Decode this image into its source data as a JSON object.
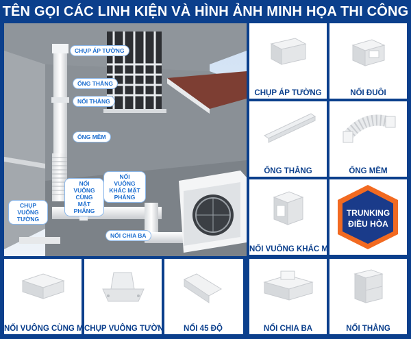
{
  "title": "TÊN GỌI CÁC LINH KIỆN VÀ HÌNH ẢNH MINH HỌA THI CÔNG",
  "colors": {
    "background": "#0b3f8c",
    "accent": "#1e6fd0",
    "brand_orange": "#f26a21",
    "brand_navy": "#1a3b8a"
  },
  "callouts": {
    "chup_ap_tuong": "CHỤP ÁP TƯỜNG",
    "ong_thang": "ỐNG THẲNG",
    "noi_thang": "NỐI THẲNG",
    "ong_mem": "ỐNG MỀM",
    "noi_vuong_cung_mat_phang": "NỐI VUÔNG CÙNG MẶT PHẲNG",
    "noi_vuong_khac_mat_phang": "NỐI VUÔNG KHÁC MẶT PHẲNG",
    "chup_vuong_tuong": "CHỤP VUÔNG TƯỜNG",
    "noi_chia_ba": "NỐI CHIA BA"
  },
  "products": [
    {
      "label": "CHỤP ÁP TƯỜNG",
      "icon": "wall-cap-icon"
    },
    {
      "label": "NỐI ĐUÔI",
      "icon": "end-joint-icon"
    },
    {
      "label": "ỐNG THẲNG",
      "icon": "straight-duct-icon"
    },
    {
      "label": "ỐNG MỀM",
      "icon": "flexible-duct-icon"
    },
    {
      "label": "NỐI VUÔNG KHÁC MP",
      "icon": "elbow-other-plane-icon"
    },
    {
      "label": "NỐI VUÔNG CÙNG MP",
      "icon": "elbow-same-plane-icon"
    },
    {
      "label": "CHỤP VUÔNG TƯỜNG",
      "icon": "square-wall-cap-icon"
    },
    {
      "label": "NỐI 45 ĐỘ",
      "icon": "joint-45-icon"
    },
    {
      "label": "NỐI CHIA BA",
      "icon": "tee-joint-icon"
    },
    {
      "label": "NỐI THẲNG",
      "icon": "straight-joint-icon"
    }
  ],
  "brand": {
    "line1": "TRUNKING",
    "line2": "ĐIỀU HÒA",
    "icon": "hexagon-badge-icon"
  }
}
